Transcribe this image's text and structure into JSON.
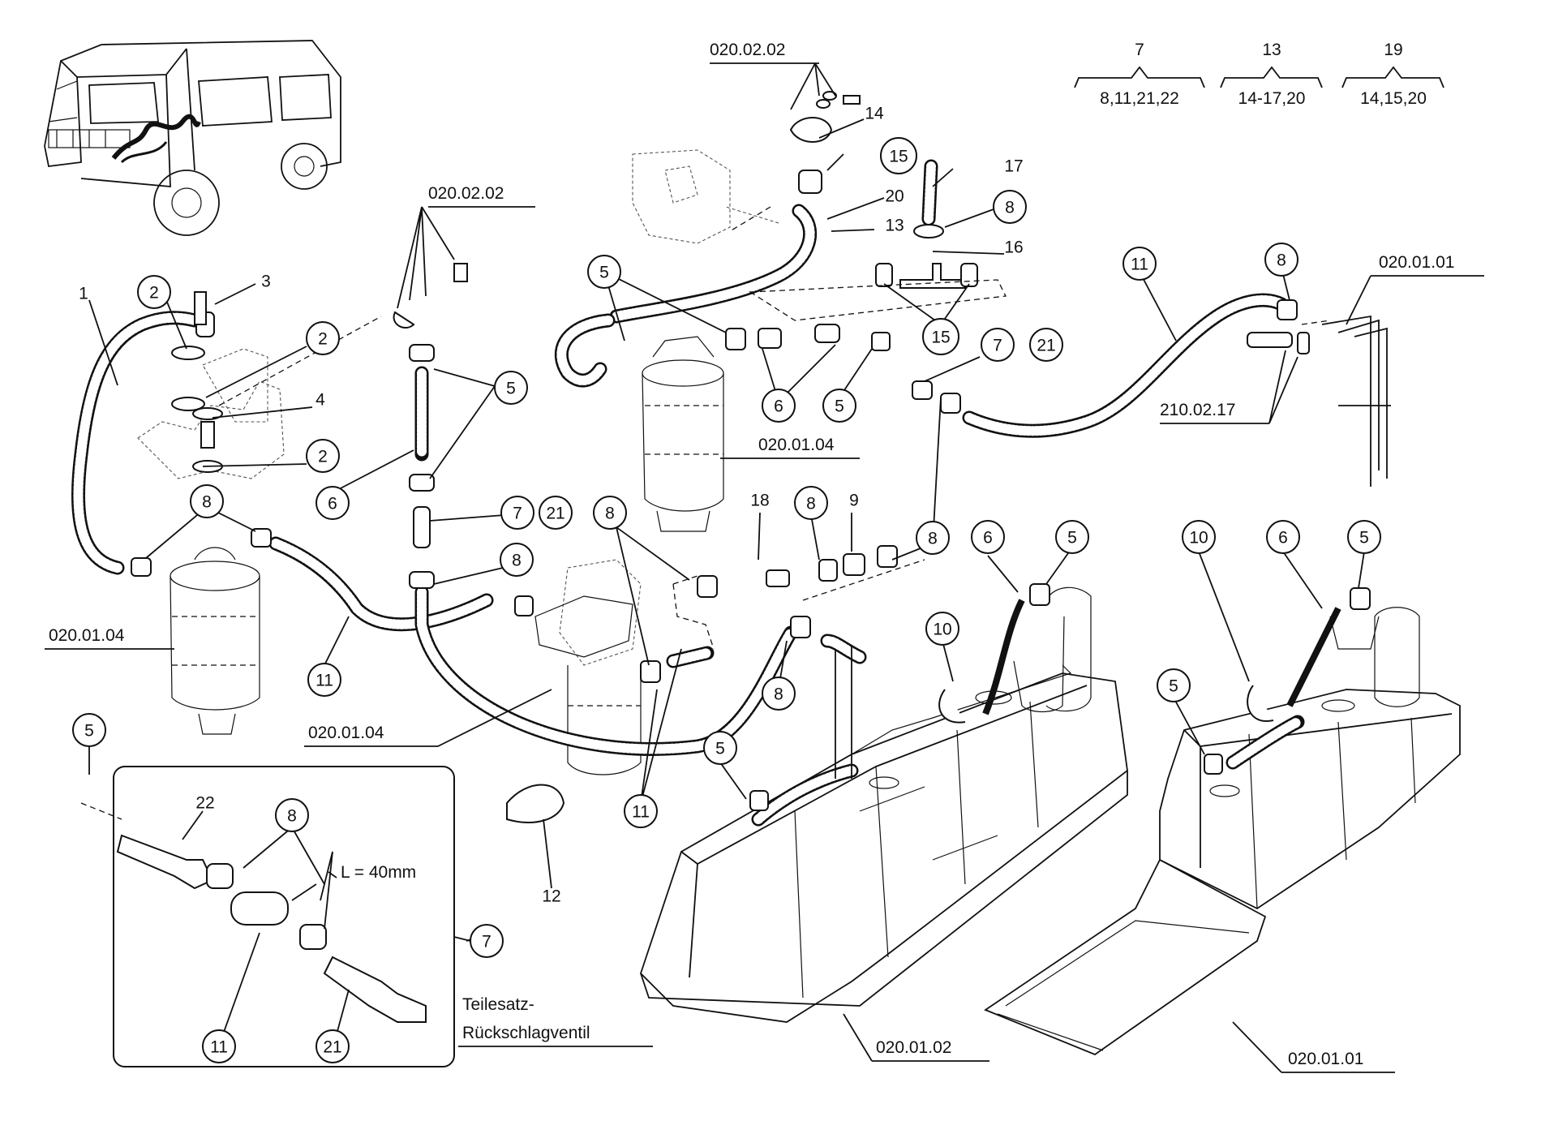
{
  "legend": [
    {
      "key": "7",
      "items": "8,11,21,22"
    },
    {
      "key": "13",
      "items": "14-17,20"
    },
    {
      "key": "19",
      "items": "14,15,20"
    }
  ],
  "references": {
    "r_020_02_02_top": "020.02.02",
    "r_020_02_02_mid": "020.02.02",
    "r_020_01_01_right": "020.01.01",
    "r_210_02_17": "210.02.17",
    "r_020_01_04_center": "020.01.04",
    "r_020_01_04_left": "020.01.04",
    "r_020_01_04_bottom": "020.01.04",
    "r_020_01_02": "020.01.02",
    "r_020_01_01_bottom": "020.01.01"
  },
  "plain_labels": {
    "p1": "1",
    "p3": "3",
    "p4": "4",
    "p9": "9",
    "p12": "12",
    "p13": "13",
    "p14": "14",
    "p16": "16",
    "p17": "17",
    "p18": "18",
    "p20": "20",
    "p22": "22"
  },
  "circled_labels": {
    "c2a": "2",
    "c2b": "2",
    "c2c": "2",
    "c8a": "8",
    "c5a": "5",
    "c6a": "6",
    "c7a": "7",
    "c21a": "21",
    "c8b": "8",
    "c11a": "11",
    "c5b": "5",
    "c15a": "15",
    "c8c": "8",
    "c5c": "5",
    "c6b": "6",
    "c5d": "5",
    "c15b": "15",
    "c7b": "7",
    "c21b": "21",
    "c11b": "11",
    "c8d": "8",
    "c8e": "8",
    "c8f": "8",
    "c8g": "8",
    "c11c": "11",
    "c6c": "6",
    "c5e": "5",
    "c10a": "10",
    "c5f": "5",
    "c10b": "10",
    "c6d": "6",
    "c5g": "5",
    "c5h": "5",
    "c8h": "8",
    "c7c": "7",
    "c11d": "11",
    "c21c": "21"
  },
  "inset": {
    "length_label": "L = 40mm",
    "caption_line1": "Teilesatz-",
    "caption_line2": "Rückschlagventil"
  }
}
